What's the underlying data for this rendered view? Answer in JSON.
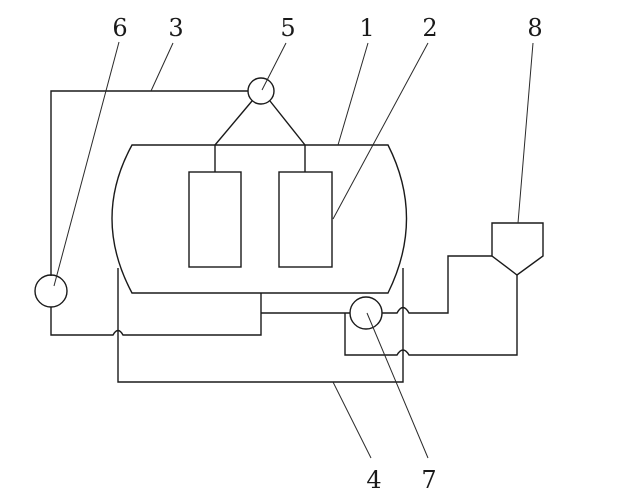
{
  "diagram": {
    "type": "schematic",
    "background": "#ffffff",
    "line_color": "#1a1a1a",
    "components": [
      {
        "id": "1",
        "name": "tank",
        "shape": "capsule"
      },
      {
        "id": "2",
        "name": "right-inner-element",
        "shape": "rectangle"
      },
      {
        "id": "3",
        "name": "upper-pipe",
        "shape": "line"
      },
      {
        "id": "4",
        "name": "lower-pipe",
        "shape": "line"
      },
      {
        "id": "5",
        "name": "top-valve",
        "shape": "circle"
      },
      {
        "id": "6",
        "name": "left-pump",
        "shape": "circle"
      },
      {
        "id": "7",
        "name": "bottom-pump",
        "shape": "circle"
      },
      {
        "id": "8",
        "name": "hopper",
        "shape": "funnel"
      }
    ],
    "labels": {
      "l1": "1",
      "l2": "2",
      "l3": "3",
      "l4": "4",
      "l5": "5",
      "l6": "6",
      "l7": "7",
      "l8": "8"
    }
  }
}
